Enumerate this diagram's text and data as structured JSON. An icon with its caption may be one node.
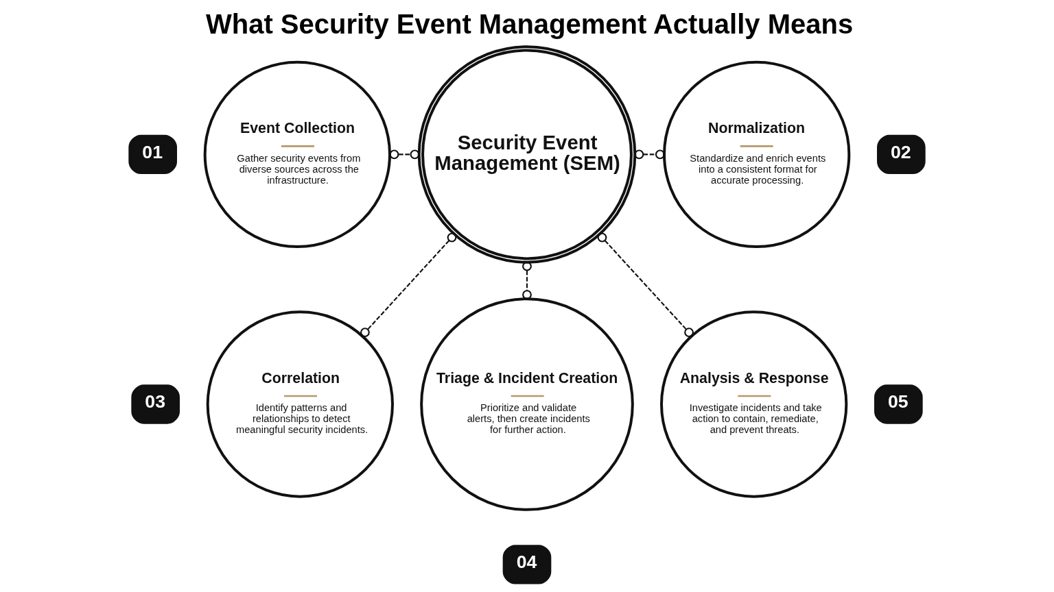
{
  "diagram": {
    "title": "What Security Event Management Actually Means",
    "nodes": [
      {
        "text": [
          "01"
        ]
      },
      {
        "text": [
          "Event Collection",
          "Gather security events from diverse sources across the infrastructure."
        ]
      },
      {
        "text": [
          "Security Event Management (SEM)"
        ]
      },
      {
        "text": [
          "Normalization",
          "Standardize and enrich events into a consistent format for accurate processing."
        ]
      },
      {
        "text": [
          "02"
        ]
      },
      {
        "text": [
          "03"
        ]
      },
      {
        "text": [
          "Correlation",
          "Identify patterns and relationships to detect meaningful security incidents."
        ]
      },
      {
        "text": [
          "Triage & Incident Creation",
          "Prioritize and validate alerts, then create incidents for further action."
        ]
      },
      {
        "text": [
          "Analysis & Response",
          "Investigate incidents and take action to contain, remediate, and prevent threats."
        ]
      },
      {
        "text": [
          "05"
        ]
      },
      {
        "text": [
          "04"
        ]
      }
    ],
    "edges": [
      {
        "from": 1,
        "to": 2,
        "arrow": "other",
        "style": "dashed"
      },
      {
        "from": 2,
        "to": 3,
        "arrow": "other",
        "style": "dashed"
      },
      {
        "from": 2,
        "to": 6,
        "arrow": "other",
        "style": "dashed"
      },
      {
        "from": 2,
        "to": 7,
        "arrow": "other",
        "style": "dashed"
      },
      {
        "from": 2,
        "to": 8,
        "arrow": "other",
        "style": "dashed"
      }
    ]
  }
}
